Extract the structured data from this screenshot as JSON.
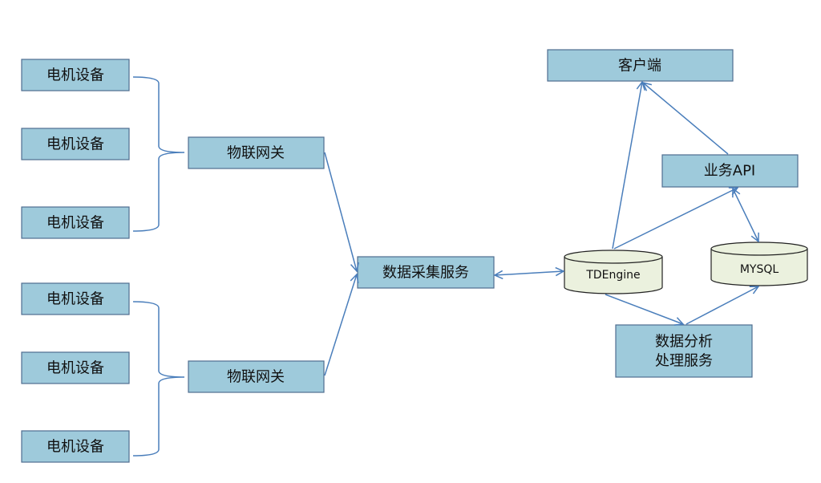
{
  "devices": [
    "电机设备",
    "电机设备",
    "电机设备",
    "电机设备",
    "电机设备",
    "电机设备"
  ],
  "gateways": [
    "物联网关",
    "物联网关"
  ],
  "collector": "数据采集服务",
  "client": "客户端",
  "api": "业务API",
  "tdengine": "TDEngine",
  "mysql": "MYSQL",
  "analysis": [
    "数据分析",
    "处理服务"
  ],
  "colors": {
    "box": "#9ecadb",
    "border": "#4f6d8f",
    "cylinder": "#ebf1de",
    "arrow": "#4a7ebb"
  }
}
